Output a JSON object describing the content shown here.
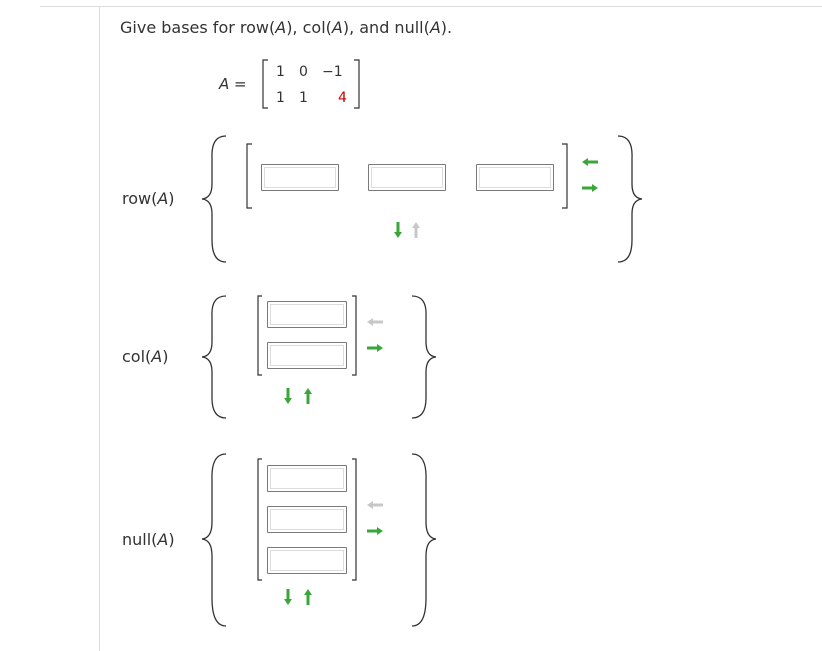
{
  "prompt": {
    "before": "Give bases for row(",
    "a1": "A",
    "mid1": "), col(",
    "a2": "A",
    "mid2": "), and null(",
    "a3": "A",
    "after": ")."
  },
  "matrix": {
    "name": "A",
    "equals": " =",
    "row1": [
      "1",
      "0",
      "−1"
    ],
    "row2": [
      "1",
      "1",
      "4"
    ],
    "highlight_color": "#cc0000"
  },
  "sections": {
    "row": {
      "prefix": "row(",
      "var": "A",
      "suffix": ")"
    },
    "col": {
      "prefix": "col(",
      "var": "A",
      "suffix": ")"
    },
    "null": {
      "prefix": "null(",
      "var": "A",
      "suffix": ")"
    }
  },
  "inputs": {
    "row_vector": [
      "",
      "",
      ""
    ],
    "col_vector": [
      "",
      ""
    ],
    "null_vector": [
      "",
      "",
      ""
    ]
  },
  "colors": {
    "arrow_active": "#3aa63a",
    "arrow_inactive": "#c8c8c8",
    "text": "#333333",
    "input_border": "#7a7a7a",
    "divider": "#dcdcdc"
  },
  "icons": {
    "add_column": "arrow-left-icon",
    "remove_column": "arrow-right-icon",
    "add_row": "arrow-down-icon",
    "remove_row": "arrow-up-icon"
  }
}
